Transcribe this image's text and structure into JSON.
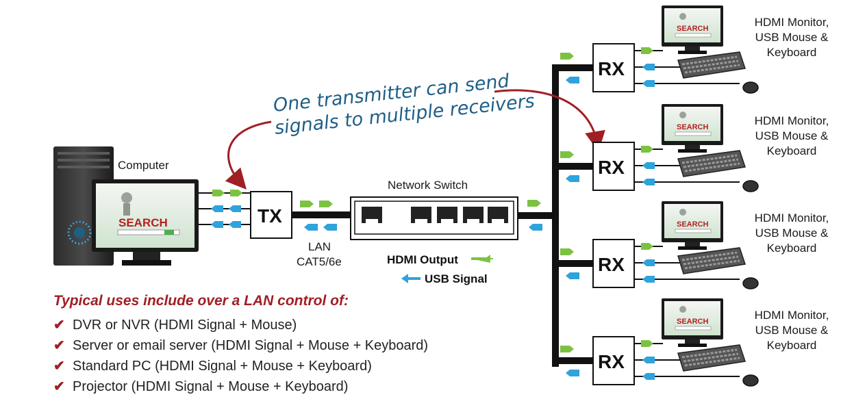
{
  "colors": {
    "hdmi_arrow": "#7cc242",
    "usb_arrow": "#2ea3dc",
    "callout_text": "#1f5f86",
    "callout_arrow": "#a01f24",
    "uses_title": "#a01f24",
    "check": "#a01f24"
  },
  "labels": {
    "computer": "Computer",
    "tx": "TX",
    "rx": "RX",
    "network_switch": "Network Switch",
    "lan_line1": "LAN",
    "lan_line2": "CAT5/6e",
    "hdmi_output": "HDMI Output",
    "usb_signal": "USB Signal",
    "search": "SEARCH"
  },
  "callout": {
    "line1": "One transmitter can send",
    "line2": "signals to multiple receivers"
  },
  "receivers": [
    {
      "line1": "HDMI Monitor,",
      "line2": "USB Mouse &",
      "line3": "Keyboard"
    },
    {
      "line1": "HDMI Monitor,",
      "line2": "USB Mouse &",
      "line3": "Keyboard"
    },
    {
      "line1": "HDMI Monitor,",
      "line2": "USB Mouse &",
      "line3": "Keyboard"
    },
    {
      "line1": "HDMI Monitor,",
      "line2": "USB Mouse &",
      "line3": "Keyboard"
    }
  ],
  "uses": {
    "title": "Typical uses include over a LAN control of:",
    "check": "✔",
    "items": [
      "DVR or NVR (HDMI Signal + Mouse)",
      "Server or email server (HDMI Signal + Mouse + Keyboard)",
      "Standard PC (HDMI Signal + Mouse + Keyboard)",
      "Projector (HDMI Signal + Mouse + Keyboard)"
    ]
  }
}
